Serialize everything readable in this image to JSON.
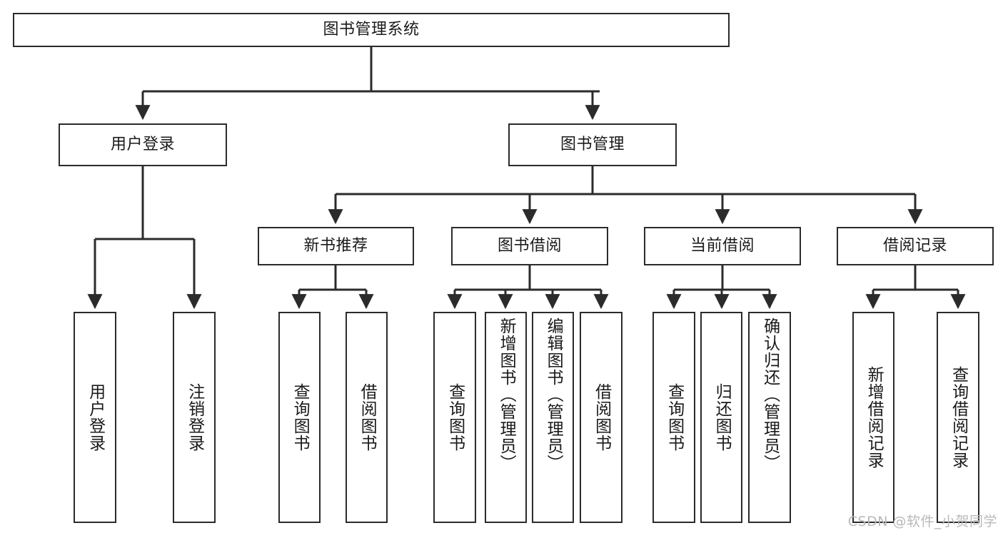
{
  "diagram": {
    "title": "图书管理系统",
    "watermark": "CSDN @软件_小贺同学",
    "stroke_color": "#2b2b2b",
    "background_color": "#ffffff",
    "text_color": "#1a1a1a",
    "watermark_color": "#b9b9b9",
    "root": {
      "label": "图书管理系统"
    },
    "level2": [
      {
        "label": "用户登录"
      },
      {
        "label": "图书管理"
      }
    ],
    "level3": [
      {
        "label": "新书推荐"
      },
      {
        "label": "图书借阅"
      },
      {
        "label": "当前借阅"
      },
      {
        "label": "借阅记录"
      }
    ],
    "leaves": {
      "user_login": [
        {
          "label": "用户登录"
        },
        {
          "label": "注销登录"
        }
      ],
      "new_book_recommend": [
        {
          "label": "查询图书"
        },
        {
          "label": "借阅图书"
        }
      ],
      "book_borrow": [
        {
          "label": "查询图书"
        },
        {
          "label": "新增图书（管理员）"
        },
        {
          "label": "编辑图书（管理员）"
        },
        {
          "label": "借阅图书"
        }
      ],
      "current_borrow": [
        {
          "label": "查询图书"
        },
        {
          "label": "归还图书"
        },
        {
          "label": "确认归还（管理员）"
        }
      ],
      "borrow_record": [
        {
          "label": "新增借阅记录"
        },
        {
          "label": "查询借阅记录"
        }
      ]
    }
  }
}
